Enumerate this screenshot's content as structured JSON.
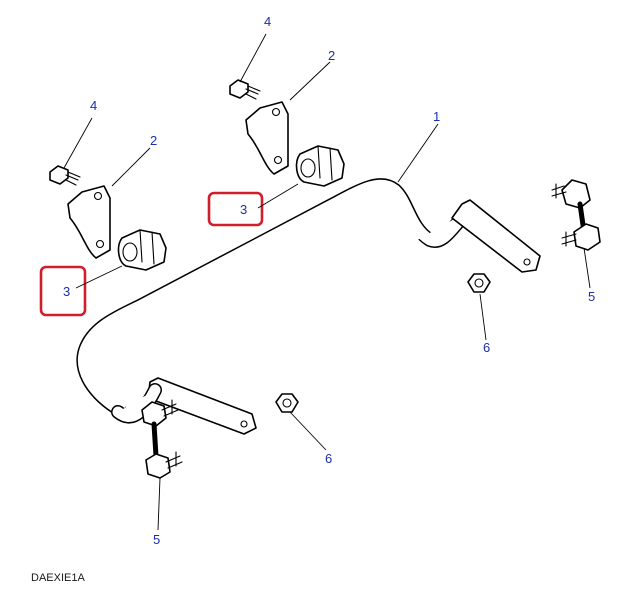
{
  "caption": "DAEXIE1A",
  "highlight_color": "#d01f2a",
  "callout_color": "#1a2fa6",
  "callouts": {
    "bar": "1",
    "clamp_left": "2",
    "clamp_right": "2",
    "bush_left": "3",
    "bush_right": "3",
    "bolt_left": "4",
    "bolt_right": "4",
    "link_left": "5",
    "link_right": "5",
    "nut_left": "6",
    "nut_right": "6"
  }
}
